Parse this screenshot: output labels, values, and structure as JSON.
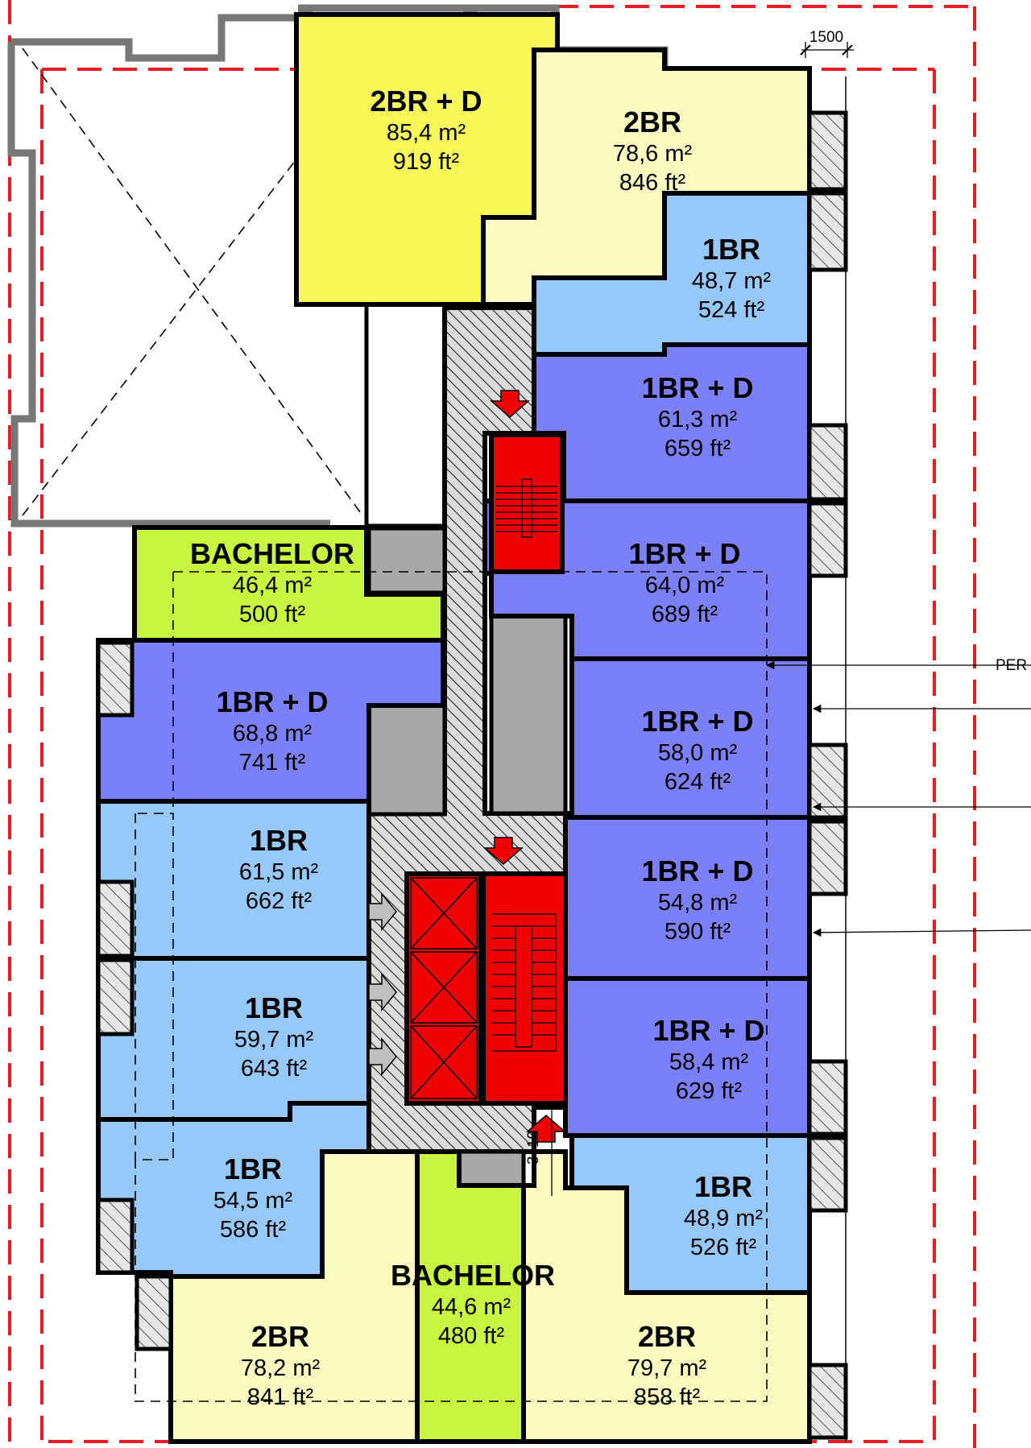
{
  "colors": {
    "bright_yellow": "#f8f858",
    "pale_yellow": "#fbfbc0",
    "light_blue": "#96c8fa",
    "blue_violet": "#7c80f8",
    "lime_green": "#c8f540",
    "egress_red": "#f00000",
    "property_line_red": "#e31e24",
    "shaft_grey": "#a8a8a8"
  },
  "units": [
    {
      "type": "2BR + D",
      "area_m2": "85,4 m²",
      "area_ft2": "919 ft²",
      "color": "bright_yellow"
    },
    {
      "type": "2BR",
      "area_m2": "78,6 m²",
      "area_ft2": "846 ft²",
      "color": "pale_yellow"
    },
    {
      "type": "1BR",
      "area_m2": "48,7 m²",
      "area_ft2": "524 ft²",
      "color": "light_blue"
    },
    {
      "type": "1BR + D",
      "area_m2": "61,3 m²",
      "area_ft2": "659 ft²",
      "color": "blue_violet"
    },
    {
      "type": "1BR + D",
      "area_m2": "64,0 m²",
      "area_ft2": "689 ft²",
      "color": "blue_violet"
    },
    {
      "type": "1BR + D",
      "area_m2": "58,0 m²",
      "area_ft2": "624 ft²",
      "color": "blue_violet"
    },
    {
      "type": "1BR + D",
      "area_m2": "54,8 m²",
      "area_ft2": "590 ft²",
      "color": "blue_violet"
    },
    {
      "type": "1BR + D",
      "area_m2": "58,4 m²",
      "area_ft2": "629 ft²",
      "color": "blue_violet"
    },
    {
      "type": "1BR",
      "area_m2": "48,9 m²",
      "area_ft2": "526 ft²",
      "color": "light_blue"
    },
    {
      "type": "BACHELOR",
      "area_m2": "46,4 m²",
      "area_ft2": "500 ft²",
      "color": "lime_green"
    },
    {
      "type": "1BR + D",
      "area_m2": "68,8 m²",
      "area_ft2": "741 ft²",
      "color": "blue_violet"
    },
    {
      "type": "1BR",
      "area_m2": "61,5 m²",
      "area_ft2": "662 ft²",
      "color": "light_blue"
    },
    {
      "type": "1BR",
      "area_m2": "59,7 m²",
      "area_ft2": "643 ft²",
      "color": "light_blue"
    },
    {
      "type": "1BR",
      "area_m2": "54,5 m²",
      "area_ft2": "586 ft²",
      "color": "light_blue"
    },
    {
      "type": "BACHELOR",
      "area_m2": "44,6 m²",
      "area_ft2": "480 ft²",
      "color": "lime_green"
    },
    {
      "type": "2BR",
      "area_m2": "78,2 m²",
      "area_ft2": "841 ft²",
      "color": "pale_yellow"
    },
    {
      "type": "2BR",
      "area_m2": "79,7 m²",
      "area_ft2": "858 ft²",
      "color": "pale_yellow"
    }
  ],
  "dimensions": {
    "top_setback": "1500",
    "corridor_end": "3410"
  },
  "annotations": {
    "edge_label": "PER"
  }
}
